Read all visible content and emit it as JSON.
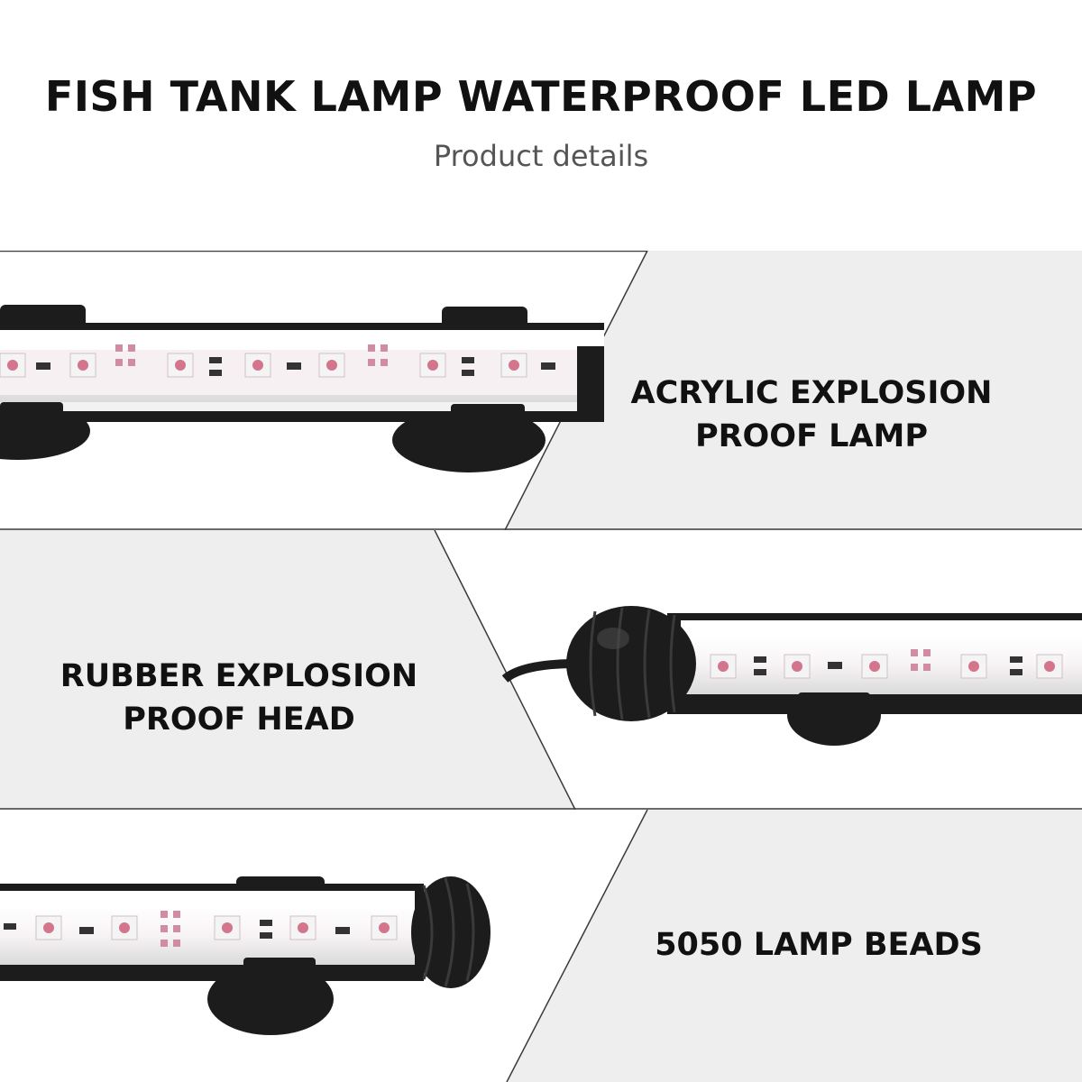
{
  "header": {
    "title": "FISH TANK LAMP WATERPROOF LED LAMP",
    "subtitle": "Product details"
  },
  "sections": [
    {
      "label_lines": [
        "ACRYLIC EXPLOSION",
        "PROOF LAMP"
      ]
    },
    {
      "label_lines": [
        "RUBBER EXPLOSION",
        "PROOF HEAD"
      ]
    },
    {
      "label_lines": [
        "5050 LAMP BEADS"
      ]
    }
  ],
  "colors": {
    "page_background": "#ffffff",
    "panel_gray": "#eeeeee",
    "divider": "#3a3a3a",
    "lamp_body": "#1c1c1c",
    "led_chip": "#f4f4f4",
    "led_glow": "#c94b6a"
  }
}
